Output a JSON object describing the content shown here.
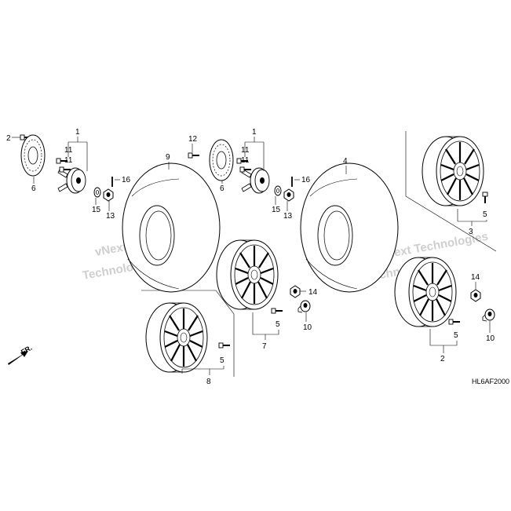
{
  "watermark": {
    "line1": "vNext Technologies",
    "line2": "Technologies"
  },
  "diagram_code": "HL6AF2000",
  "direction": {
    "label": "FR."
  },
  "callouts": {
    "c_2_hub_bolt": "2",
    "c_6_left_disc": "6",
    "c_1_left_hub": "1",
    "c_11_left_a": "11",
    "c_11_left_b": "11",
    "c_16_left": "16",
    "c_15_left": "15",
    "c_13_left": "13",
    "c_9_tire": "9",
    "c_12_bolt": "12",
    "c_6_center_disc": "6",
    "c_1_center_hub": "1",
    "c_11_center_a": "11",
    "c_11_center_b": "11",
    "c_16_center": "16",
    "c_15_center": "15",
    "c_13_center": "13",
    "c_4_tire": "4",
    "c_5_upper_right": "5",
    "c_3_upper_right": "3",
    "c_5_center_wheel": "5",
    "c_7_center_wheel": "7",
    "c_14_center": "14",
    "c_10_center": "10",
    "c_14_right": "14",
    "c_5_lower_right": "5",
    "c_10_right": "10",
    "c_2_lower_right": "2",
    "c_5_lower_left": "5",
    "c_8_lower_left": "8"
  }
}
